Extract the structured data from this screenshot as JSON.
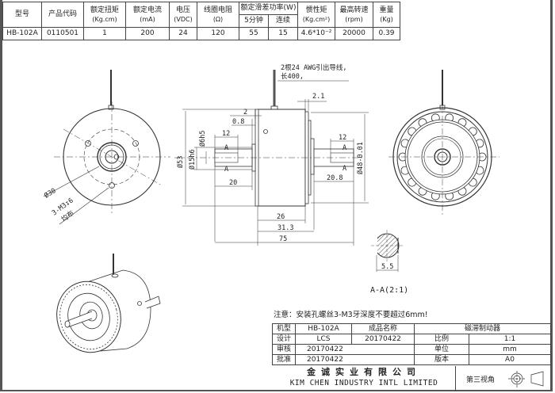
{
  "spec_table": {
    "headers": {
      "model": "型号",
      "product_code": "产品代码",
      "rated_torque": "额定扭矩",
      "rated_torque_unit": "(Kg.cm)",
      "rated_current": "额定电流",
      "rated_current_unit": "(mA)",
      "voltage": "电压",
      "voltage_unit": "(VDC)",
      "coil_resistance": "线圈电阻",
      "coil_resistance_unit": "(Ω)",
      "slip_power": "额定滑差功率(W)",
      "slip_5min": "5分钟",
      "slip_continuous": "连续",
      "inertia": "惯性矩",
      "inertia_unit": "(Kg.cm²)",
      "max_speed": "最高转速",
      "max_speed_unit": "(rpm)",
      "weight": "重量",
      "weight_unit": "(Kg)"
    },
    "row": {
      "model": "HB-102A",
      "product_code": "0110501",
      "rated_torque": "1",
      "rated_current": "200",
      "voltage": "24",
      "coil_resistance": "120",
      "slip_5min": "55",
      "slip_continuous": "15",
      "inertia": "4.6*10⁻²",
      "max_speed": "20000",
      "weight": "0.39"
    }
  },
  "drawing": {
    "wire_note_line1": "2根24 AWG引出导线,",
    "wire_note_line2": "长400,",
    "dims": {
      "d30": "Ø30",
      "holes": "3-M3↧6",
      "holes_even": "均布",
      "d53": "Ø53",
      "d15h6": "Ø15h6",
      "d6h5": "Ø6h5",
      "d48": "Ø48-0.01",
      "dim_2": "2",
      "dim_0_8": "0.8",
      "dim_12_left": "12",
      "dim_20": "20",
      "dim_2_1": "2.1",
      "dim_12_right": "12",
      "dim_20_8": "20.8",
      "dim_26": "26",
      "dim_31_3": "31.3",
      "dim_75": "75",
      "dim_5_5": "5.5",
      "section_mark": "A"
    },
    "section_label": "A-A(2:1)"
  },
  "note": "注意：安装孔螺丝3-M3牙深度不要超过6mm!",
  "title_block": {
    "model_label": "机型",
    "model_value": "HB-102A",
    "product_name_label": "成品名称",
    "product_name_value": "磁滞制动器",
    "design_label": "设计",
    "design_value": "LCS",
    "design_date": "20170422",
    "scale_label": "比例",
    "scale_value": "1:1",
    "review_label": "审核",
    "review_value": "20170422",
    "unit_label": "单位",
    "unit_value": "mm",
    "approve_label": "批准",
    "approve_value": "20170422",
    "version_label": "版本",
    "version_value": "A0",
    "company_cn": "金诚实业有限公司",
    "company_en": "KIM CHEN INDUSTRY INTL LIMITED",
    "projection_label": "第三视角"
  }
}
